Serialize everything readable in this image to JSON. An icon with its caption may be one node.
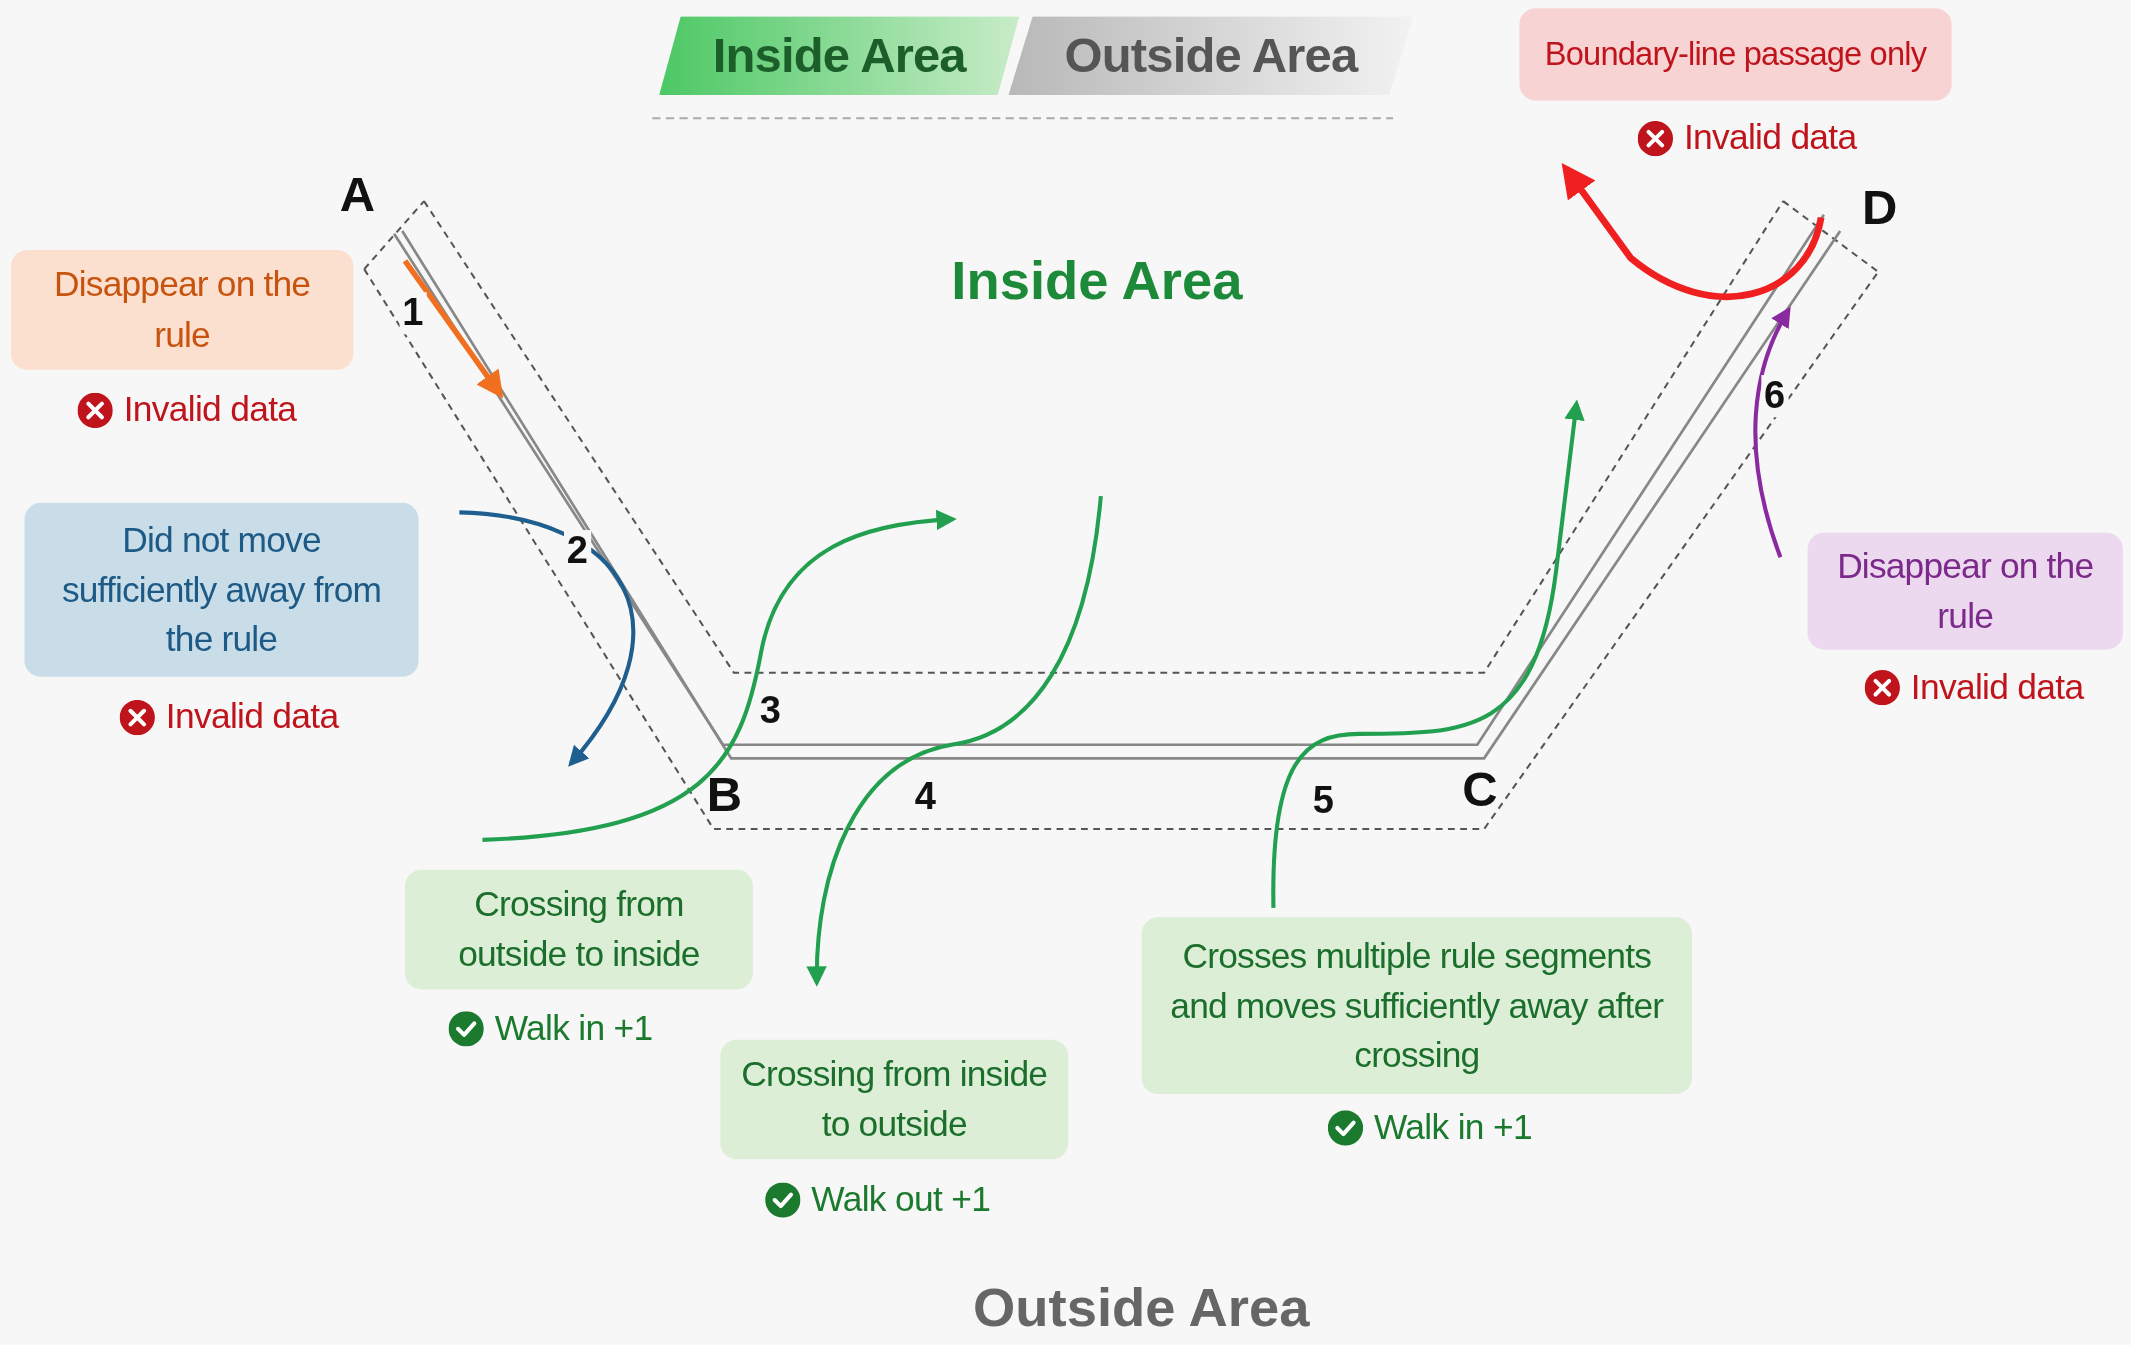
{
  "diagram": {
    "nodes": [
      {
        "text": [
          "Inside Area"
        ]
      },
      {
        "text": [
          "Outside Area"
        ]
      },
      {
        "text": [
          "Boundary-line passage only"
        ],
        "beside": [
          "Invalid data"
        ]
      },
      {
        "text": [
          "Disappear on the rule"
        ],
        "beside": [
          "Invalid data"
        ]
      },
      {
        "text": [
          "Did not move sufficiently away from the rule"
        ],
        "beside": [
          "Invalid data"
        ]
      },
      {
        "text": [
          "Disappear on the rule"
        ],
        "beside": [
          "Invalid data"
        ]
      },
      {
        "text": [
          "Crossing from outside to inside"
        ],
        "beside": [
          "Walk in +1"
        ]
      },
      {
        "text": [
          "Crossing from inside to outside"
        ],
        "beside": [
          "Walk out +1"
        ]
      },
      {
        "text": [
          "Crosses multiple rule segments and moves sufficiently away after crossing"
        ],
        "beside": [
          "Walk in +1"
        ]
      }
    ],
    "labels": [
      "A",
      "D",
      "Inside Area",
      "1",
      "6",
      "2",
      "3",
      "B",
      "4",
      "5",
      "C",
      "Outside Area"
    ]
  }
}
